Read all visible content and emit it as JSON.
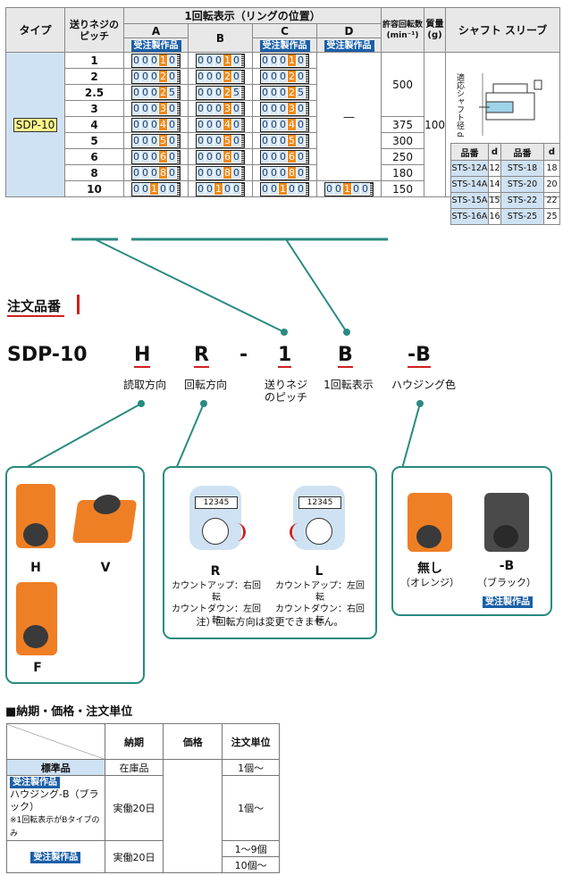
{
  "spec_table": {
    "col_type": "タイプ",
    "col_pitch": "送りネジのピッチ",
    "col_display": "1回転表示（リングの位置）",
    "col_a": "A",
    "col_b": "B",
    "col_c": "C",
    "col_d": "D",
    "badge": "受注製作品",
    "col_rpm": "許容回転数",
    "col_rpm_unit": "(min⁻¹)",
    "col_mass": "質量",
    "col_mass_unit": "(g)",
    "col_shaft": "シャフト スリーブ",
    "type_value": "SDP-10",
    "mass_value": "100",
    "d_dash": "―",
    "rows": [
      {
        "pitch": "1",
        "digits": [
          "0",
          "0",
          "0",
          "1",
          "0"
        ],
        "hl": 3,
        "rpm": "500"
      },
      {
        "pitch": "2",
        "digits": [
          "0",
          "0",
          "0",
          "2",
          "0"
        ],
        "hl": 3,
        "rpm": ""
      },
      {
        "pitch": "2.5",
        "digits": [
          "0",
          "0",
          "0",
          "2",
          "5"
        ],
        "hl": 3,
        "rpm": ""
      },
      {
        "pitch": "3",
        "digits": [
          "0",
          "0",
          "0",
          "3",
          "0"
        ],
        "hl": 3,
        "rpm": ""
      },
      {
        "pitch": "4",
        "digits": [
          "0",
          "0",
          "0",
          "4",
          "0"
        ],
        "hl": 3,
        "rpm": "375"
      },
      {
        "pitch": "5",
        "digits": [
          "0",
          "0",
          "0",
          "5",
          "0"
        ],
        "hl": 3,
        "rpm": "300"
      },
      {
        "pitch": "6",
        "digits": [
          "0",
          "0",
          "0",
          "6",
          "0"
        ],
        "hl": 3,
        "rpm": "250"
      },
      {
        "pitch": "8",
        "digits": [
          "0",
          "0",
          "0",
          "8",
          "0"
        ],
        "hl": 3,
        "rpm": "180"
      },
      {
        "pitch": "10",
        "digits": [
          "0",
          "0",
          "1",
          "0",
          "0"
        ],
        "hl": 2,
        "rpm": "150"
      }
    ],
    "shaft_label": "適応シャフト径 d",
    "shaft_d": "d",
    "sleeve_head": [
      "品番",
      "d",
      "品番",
      "d"
    ],
    "sleeves": [
      [
        "STS-12A",
        "12",
        "STS-18",
        "18"
      ],
      [
        "STS-14A",
        "14",
        "STS-20",
        "20"
      ],
      [
        "STS-15A",
        "15",
        "STS-22",
        "22"
      ],
      [
        "STS-16A",
        "16",
        "STS-25",
        "25"
      ]
    ]
  },
  "order": {
    "title": "注文品番",
    "parts": [
      "SDP-10",
      "H",
      "R",
      "-",
      "1",
      "B",
      "-B"
    ],
    "captions": {
      "read": "読取方向",
      "rotate": "回転方向",
      "pitch": "送りネジのピッチ",
      "display": "1回転表示",
      "housing": "ハウジング色"
    }
  },
  "read_box": {
    "labels": [
      "H",
      "V",
      "F"
    ]
  },
  "rotate_box": {
    "r_label": "R",
    "l_label": "L",
    "r_note1": "カウントアップ：右回転",
    "r_note2": "カウントダウン：左回転",
    "l_note1": "カウントアップ：左回転",
    "l_note2": "カウントダウン：右回転",
    "dial_digits": "12345",
    "note": "注）回転方向は変更できません。"
  },
  "housing_box": {
    "none_label": "無し",
    "none_sub": "（オレンジ）",
    "b_label": "-B",
    "b_sub": "（ブラック）",
    "badge": "受注製作品"
  },
  "price": {
    "section_title": "■納期・価格・注文単位",
    "head": [
      "納期",
      "価格",
      "注文単位"
    ],
    "standard": "標準品",
    "stock": "在庫品",
    "unit1": "1個～",
    "badge": "受注製作品",
    "housing_b": "ハウジング-B（ブラック）",
    "housing_b_note": "※1回転表示がBタイプのみ",
    "days20": "実働20日",
    "unit_1_9": "1～9個",
    "unit_10": "10個～"
  },
  "colors": {
    "accent_teal": "#2a8a80",
    "badge_blue": "#1a5fa8",
    "orange": "#f08a1c",
    "red": "#d02020"
  }
}
